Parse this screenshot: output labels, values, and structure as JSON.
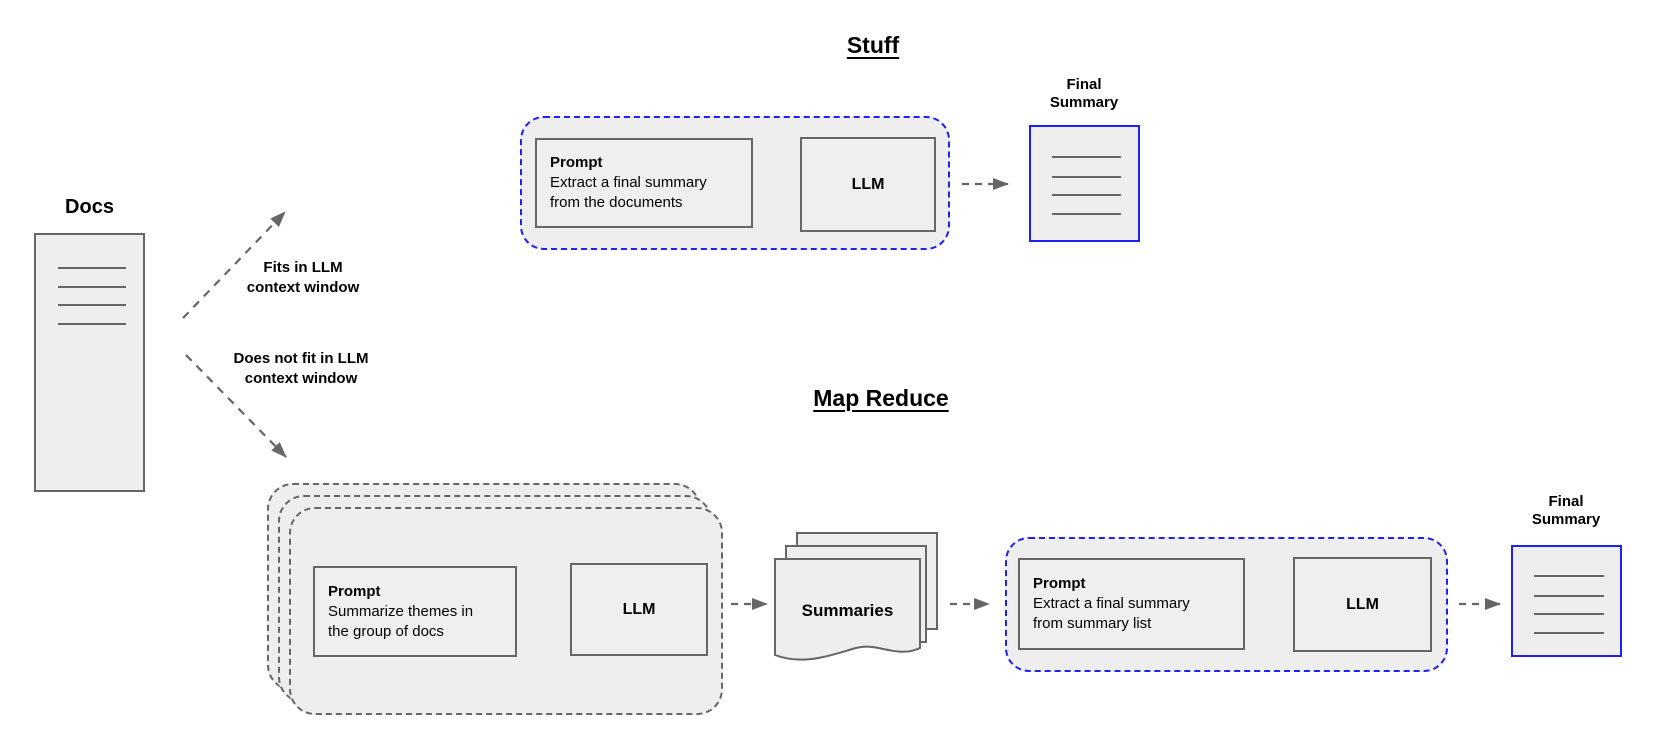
{
  "colors": {
    "accent_blue": "#2020f0",
    "shape_border_gray": "#666666",
    "shape_fill_gray": "#eeeeee",
    "arrow_gray": "#666666",
    "text_black": "#000000"
  },
  "docs": {
    "label": "Docs"
  },
  "branch_labels": {
    "fits_line1": "Fits in LLM",
    "fits_line2": "context window",
    "nofit_line1": "Does not fit in LLM",
    "nofit_line2": "context window"
  },
  "stuff": {
    "title": "Stuff",
    "prompt_heading": "Prompt",
    "prompt_line1": "Extract a final summary",
    "prompt_line2": "from the documents",
    "llm_label": "LLM",
    "final_summary_line1": "Final",
    "final_summary_line2": "Summary"
  },
  "map_reduce": {
    "title": "Map Reduce",
    "map_prompt_heading": "Prompt",
    "map_prompt_line1": "Summarize themes in",
    "map_prompt_line2": "the group of docs",
    "map_llm_label": "LLM",
    "summaries_label": "Summaries",
    "reduce_prompt_heading": "Prompt",
    "reduce_prompt_line1": "Extract a final summary",
    "reduce_prompt_line2": "from summary list",
    "reduce_llm_label": "LLM",
    "final_summary_line1": "Final",
    "final_summary_line2": "Summary"
  }
}
